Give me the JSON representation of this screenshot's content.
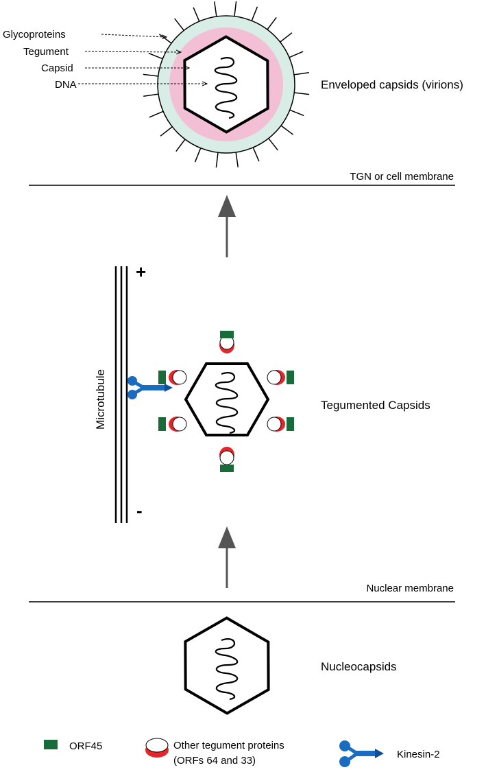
{
  "virion": {
    "labels": {
      "glycoproteins": "Glycoproteins",
      "tegument": "Tegument",
      "capsid": "Capsid",
      "dna": "DNA"
    },
    "stage_label": "Enveloped capsids (virions)",
    "colors": {
      "envelope": "#d8ede5",
      "tegument": "#f2bfd5"
    }
  },
  "membranes": {
    "top": "TGN or cell membrane",
    "bottom": "Nuclear membrane"
  },
  "microtubule": {
    "label": "Microtubule",
    "plus": "+",
    "minus": "-"
  },
  "tegumented": {
    "stage_label": "Tegumented Capsids"
  },
  "nucleocapsid": {
    "stage_label": "Nucleocapsids"
  },
  "legend": {
    "orf45": "ORF45",
    "other_line1": "Other tegument proteins",
    "other_line2": "(ORFs 64 and 33)",
    "kinesin": "Kinesin-2",
    "colors": {
      "orf45": "#1a6b3a",
      "red": "#e8232a",
      "kinesin": "#1a6cc0"
    }
  }
}
